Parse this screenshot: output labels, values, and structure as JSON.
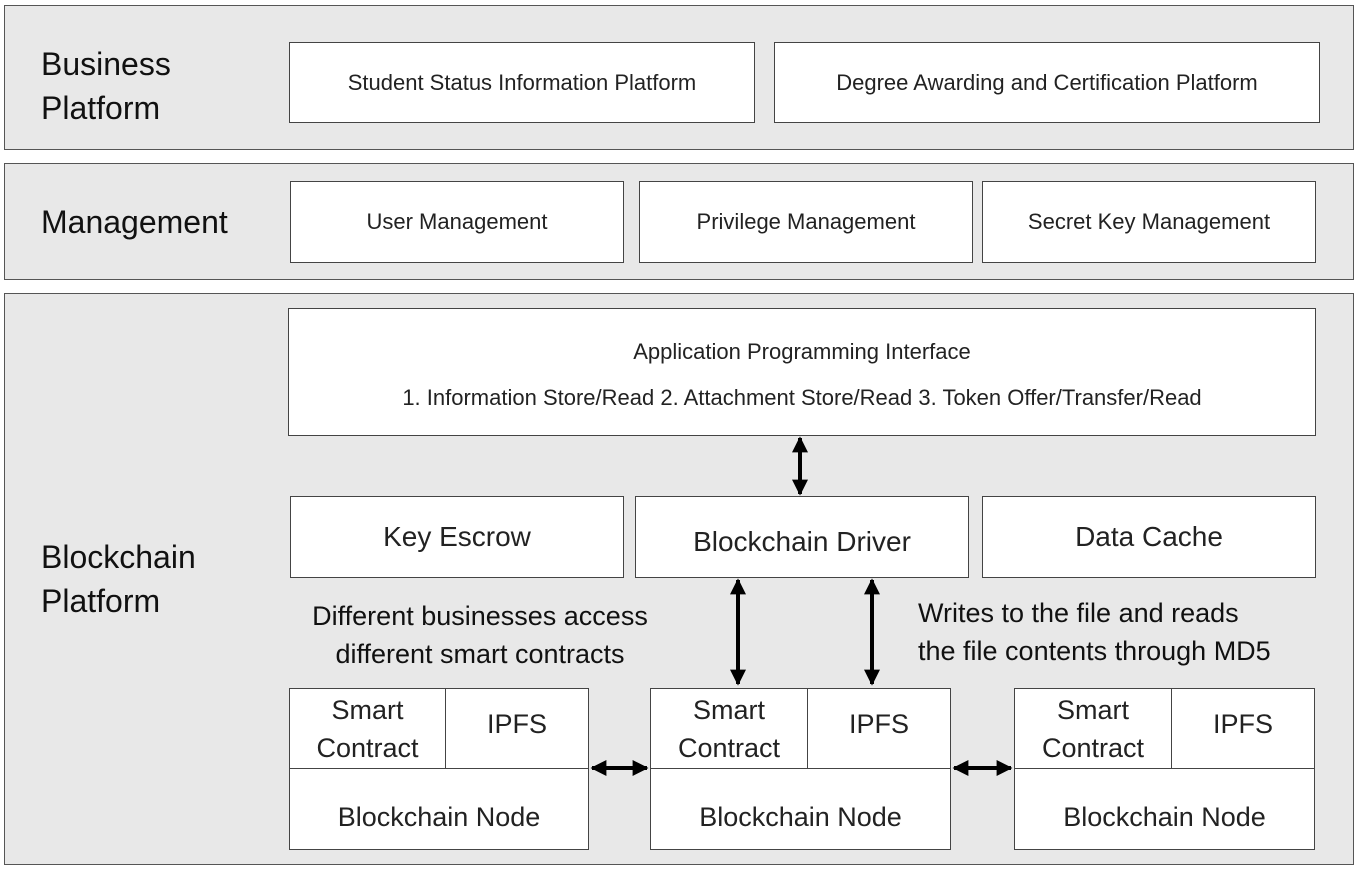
{
  "business": {
    "title_line1": "Business",
    "title_line2": "Platform",
    "student_status": "Student Status Information Platform",
    "degree": "Degree Awarding and Certification Platform"
  },
  "management": {
    "title": "Management",
    "user": "User Management",
    "privilege": "Privilege Management",
    "secret_key": "Secret Key Management"
  },
  "blockchain": {
    "title_line1": "Blockchain",
    "title_line2": "Platform",
    "api_title": "Application Programming Interface",
    "api_items": "1. Information Store/Read 2. Attachment Store/Read 3. Token Offer/Transfer/Read",
    "key_escrow": "Key Escrow",
    "driver": "Blockchain Driver",
    "data_cache": "Data Cache",
    "note_left_line1": "Different businesses access",
    "note_left_line2": "different smart contracts",
    "note_right_line1": "Writes to the file and reads",
    "note_right_line2": "the file contents through MD5",
    "nodes": [
      {
        "smart_line1": "Smart",
        "smart_line2": "Contract",
        "ipfs": "IPFS",
        "node": "Blockchain Node"
      },
      {
        "smart_line1": "Smart",
        "smart_line2": "Contract",
        "ipfs": "IPFS",
        "node": "Blockchain Node"
      },
      {
        "smart_line1": "Smart",
        "smart_line2": "Contract",
        "ipfs": "IPFS",
        "node": "Blockchain Node"
      }
    ]
  }
}
